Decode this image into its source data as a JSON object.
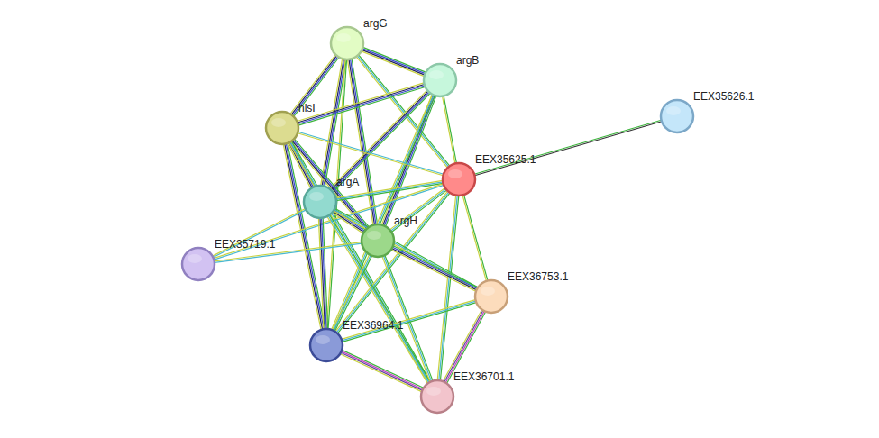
{
  "diagram": {
    "nodes": [
      {
        "text": [
          "argG"
        ]
      },
      {
        "text": [
          "argB"
        ]
      },
      {
        "text": [
          "EEX35626.1"
        ]
      },
      {
        "text": [
          "hisI"
        ]
      },
      {
        "text": [
          "EEX35625.1"
        ]
      },
      {
        "text": [
          "argA"
        ]
      },
      {
        "text": [
          "argH"
        ]
      },
      {
        "text": [
          "EEX35719.1"
        ]
      },
      {
        "text": [
          "EEX36753.1"
        ]
      },
      {
        "text": [
          "EEX36964.1"
        ]
      },
      {
        "text": [
          "EEX36701.1"
        ]
      }
    ],
    "edges": [
      {
        "from": 0,
        "to": 1,
        "arrow": "none"
      },
      {
        "from": 0,
        "to": 3,
        "arrow": "none"
      },
      {
        "from": 0,
        "to": 5,
        "arrow": "none"
      },
      {
        "from": 0,
        "to": 6,
        "arrow": "none"
      },
      {
        "from": 0,
        "to": 4,
        "arrow": "none"
      },
      {
        "from": 0,
        "to": 9,
        "arrow": "none"
      },
      {
        "from": 1,
        "to": 3,
        "arrow": "none"
      },
      {
        "from": 1,
        "to": 5,
        "arrow": "none"
      },
      {
        "from": 1,
        "to": 6,
        "arrow": "none"
      },
      {
        "from": 1,
        "to": 4,
        "arrow": "none"
      },
      {
        "from": 1,
        "to": 9,
        "arrow": "none"
      },
      {
        "from": 3,
        "to": 5,
        "arrow": "none"
      },
      {
        "from": 3,
        "to": 6,
        "arrow": "none"
      },
      {
        "from": 3,
        "to": 4,
        "arrow": "none"
      },
      {
        "from": 3,
        "to": 9,
        "arrow": "none"
      },
      {
        "from": 3,
        "to": 10,
        "arrow": "none"
      },
      {
        "from": 4,
        "to": 2,
        "arrow": "none"
      },
      {
        "from": 4,
        "to": 5,
        "arrow": "none"
      },
      {
        "from": 4,
        "to": 6,
        "arrow": "none"
      },
      {
        "from": 4,
        "to": 8,
        "arrow": "none"
      },
      {
        "from": 4,
        "to": 9,
        "arrow": "none"
      },
      {
        "from": 4,
        "to": 10,
        "arrow": "none"
      },
      {
        "from": 4,
        "to": 7,
        "arrow": "none"
      },
      {
        "from": 5,
        "to": 6,
        "arrow": "none"
      },
      {
        "from": 5,
        "to": 7,
        "arrow": "none"
      },
      {
        "from": 5,
        "to": 9,
        "arrow": "none"
      },
      {
        "from": 5,
        "to": 8,
        "arrow": "none"
      },
      {
        "from": 5,
        "to": 10,
        "arrow": "none"
      },
      {
        "from": 6,
        "to": 7,
        "arrow": "none"
      },
      {
        "from": 6,
        "to": 8,
        "arrow": "none"
      },
      {
        "from": 6,
        "to": 9,
        "arrow": "none"
      },
      {
        "from": 6,
        "to": 10,
        "arrow": "none"
      },
      {
        "from": 8,
        "to": 9,
        "arrow": "none"
      },
      {
        "from": 8,
        "to": 10,
        "arrow": "none"
      },
      {
        "from": 9,
        "to": 10,
        "arrow": "none"
      }
    ]
  }
}
